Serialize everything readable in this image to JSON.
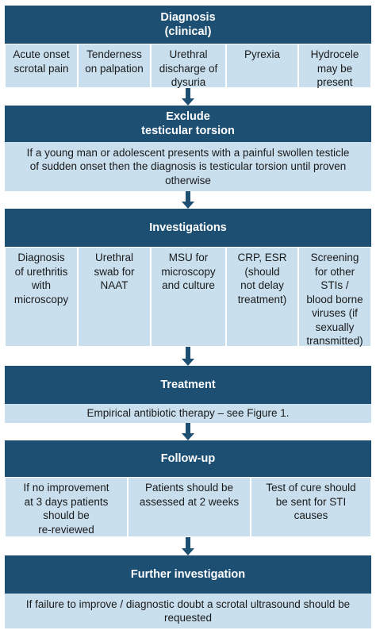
{
  "diagnosis": {
    "title": "Diagnosis\n(clinical)",
    "items": [
      "Acute onset\nscrotal pain",
      "Tenderness\non palpation",
      "Urethral\ndischarge of\ndysuria",
      "Pyrexia",
      "Hydrocele\nmay be\npresent"
    ]
  },
  "exclude": {
    "title": "Exclude\ntesticular torsion",
    "text": "If a young man or adolescent presents with a painful swollen testicle\nof sudden onset then the diagnosis is testicular torsion until proven\notherwise"
  },
  "investigations": {
    "title": "Investigations",
    "items": [
      "Diagnosis\nof urethritis\nwith\nmicroscopy",
      "Urethral\nswab for\nNAAT",
      "MSU for\nmicroscopy\nand culture",
      "CRP, ESR\n(should\nnot delay\ntreatment)",
      "Screening\nfor other\nSTIs /\nblood borne\nviruses (if\nsexually\ntransmitted)"
    ]
  },
  "treatment": {
    "title": "Treatment",
    "text": "Empirical antibiotic therapy – see Figure 1."
  },
  "followup": {
    "title": "Follow-up",
    "items": [
      "If no improvement\nat 3 days patients\nshould be\nre-reviewed",
      "Patients should be\nassessed at 2 weeks",
      "Test of cure should\nbe sent for STI\ncauses"
    ]
  },
  "further": {
    "title": "Further investigation",
    "text": "If failure to improve / diagnostic doubt a scrotal ultrasound should be\nrequested"
  },
  "colors": {
    "header": "#1d4f73",
    "body": "#c9dfee"
  }
}
